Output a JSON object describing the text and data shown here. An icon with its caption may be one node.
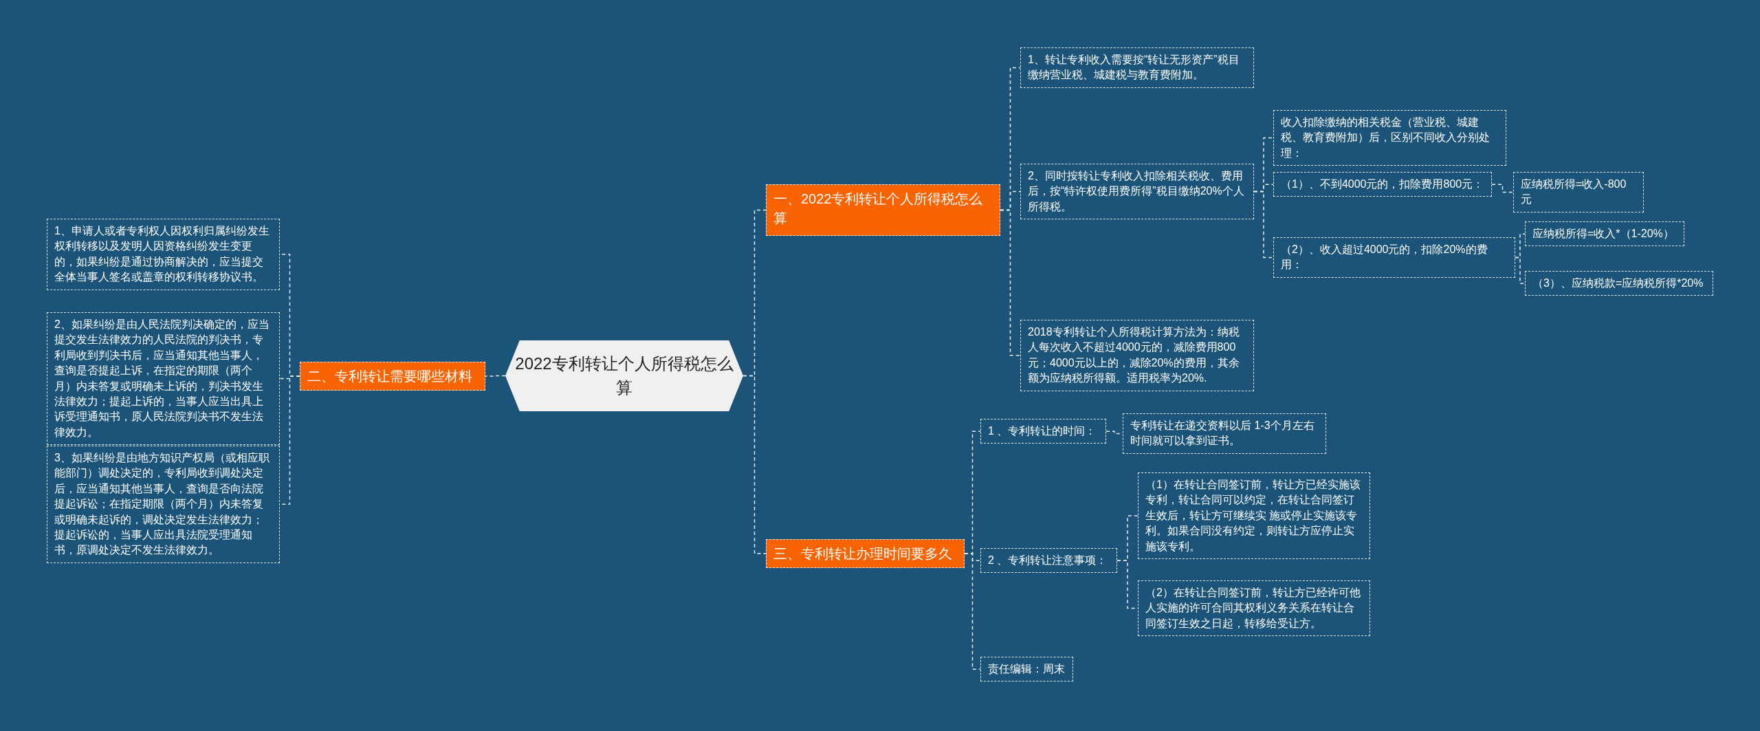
{
  "diagram": {
    "nodes": [
      {
        "text": [
          "2022专利转让个人所得税怎么算"
        ]
      },
      {
        "text": [
          "一、2022专利转让个人所得税怎么算"
        ]
      },
      {
        "text": [
          "1、转让专利收入需要按“转让无形资产”税目缴纳营业税、城建税与教育费附加。"
        ]
      },
      {
        "text": [
          "2、同时按转让专利收入扣除相关税收、费用后，按“特许权使用费所得”税目缴纳20%个人所得税。"
        ]
      },
      {
        "text": [
          "收入扣除缴纳的相关税金（营业税、城建税、教育费附加）后，区别不同收入分别处理："
        ]
      },
      {
        "text": [
          "（1）、不到4000元的，扣除费用800元："
        ]
      },
      {
        "text": [
          "应纳税所得=收入-800元"
        ]
      },
      {
        "text": [
          "（2）、收入超过4000元的，扣除20%的费用："
        ]
      },
      {
        "text": [
          "应纳税所得=收入*（1-20%）"
        ]
      },
      {
        "text": [
          "（3）、应纳税款=应纳税所得*20%"
        ]
      },
      {
        "text": [
          "2018专利转让个人所得税计算方法为：纳税人每次收入不超过4000元的，减除费用800元；4000元以上的，减除20%的费用，其余额为应纳税所得额。适用税率为20%."
        ]
      },
      {
        "text": [
          "三、专利转让办理时间要多久"
        ]
      },
      {
        "text": [
          "1 、专利转让的时间："
        ]
      },
      {
        "text": [
          "专利转让在递交资料以后 1-3个月左右时间就可以拿到证书。"
        ]
      },
      {
        "text": [
          "2 、专利转让注意事项："
        ]
      },
      {
        "text": [
          "（1）在转让合同签订前，转让方已经实施该专利，转让合同可以约定，在转让合同签订生效后，转让方可继续实 施或停止实施该专利。如果合同没有约定，则转让方应停止实施该专利。"
        ]
      },
      {
        "text": [
          "（2）在转让合同签订前，转让方已经许可他人实施的许可合同其权利义务关系在转让合同签订生效之日起，转移给受让方。"
        ]
      },
      {
        "text": [
          "责任编辑：周末"
        ]
      },
      {
        "text": [
          "二、专利转让需要哪些材料"
        ]
      },
      {
        "text": [
          "1、申请人或者专利权人因权利归属纠纷发生权利转移以及发明人因资格纠纷发生变更的，如果纠纷是通过协商解决的，应当提交全体当事人签名或盖章的权利转移协议书。"
        ]
      },
      {
        "text": [
          "2、如果纠纷是由人民法院判决确定的，应当提交发生法律效力的人民法院的判决书，专利局收到判决书后，应当通知其他当事人，查询是否提起上诉，在指定的期限（两个月）内未答复或明确未上诉的，判决书发生法律效力；提起上诉的，当事人应当出具上诉受理通知书，原人民法院判决书不发生法律效力。"
        ]
      },
      {
        "text": [
          "3、如果纠纷是由地方知识产权局（或相应职能部门）调处决定的，专利局收到调处决定后，应当通知其他当事人，查询是否向法院提起诉讼；在指定期限（两个月）内未答复或明确未起诉的，调处决定发生法律效力；提起诉讼的，当事人应出具法院受理通知书，原调处决定不发生法律效力。"
        ]
      }
    ],
    "edges": [
      {
        "from": 0,
        "to": 1,
        "arrow": "none"
      },
      {
        "from": 0,
        "to": 11,
        "arrow": "none"
      },
      {
        "from": 0,
        "to": 18,
        "arrow": "none"
      },
      {
        "from": 1,
        "to": 2,
        "arrow": "none"
      },
      {
        "from": 1,
        "to": 3,
        "arrow": "none"
      },
      {
        "from": 1,
        "to": 10,
        "arrow": "none"
      },
      {
        "from": 3,
        "to": 4,
        "arrow": "none"
      },
      {
        "from": 3,
        "to": 5,
        "arrow": "none"
      },
      {
        "from": 3,
        "to": 7,
        "arrow": "none"
      },
      {
        "from": 5,
        "to": 6,
        "arrow": "none"
      },
      {
        "from": 7,
        "to": 8,
        "arrow": "none"
      },
      {
        "from": 7,
        "to": 9,
        "arrow": "none"
      },
      {
        "from": 11,
        "to": 12,
        "arrow": "none"
      },
      {
        "from": 11,
        "to": 14,
        "arrow": "none"
      },
      {
        "from": 11,
        "to": 17,
        "arrow": "none"
      },
      {
        "from": 12,
        "to": 13,
        "arrow": "none"
      },
      {
        "from": 14,
        "to": 15,
        "arrow": "none"
      },
      {
        "from": 14,
        "to": 16,
        "arrow": "none"
      },
      {
        "from": 18,
        "to": 19,
        "arrow": "none"
      },
      {
        "from": 18,
        "to": 20,
        "arrow": "none"
      },
      {
        "from": 18,
        "to": 21,
        "arrow": "none"
      }
    ]
  }
}
